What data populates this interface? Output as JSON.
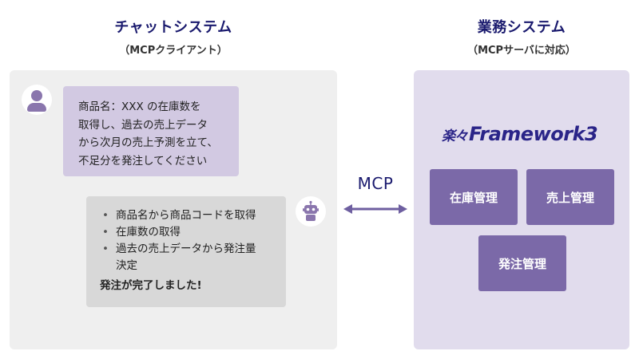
{
  "left": {
    "title": "チャットシステム",
    "subtitle": "（MCPクライアント）"
  },
  "right": {
    "title": "業務システム",
    "subtitle": "（MCPサーバに対応）"
  },
  "user_message": {
    "lines": [
      "商品名：XXX の在庫数を",
      "取得し、過去の売上データ",
      "から次月の売上予測を立て、",
      "不足分を発注してください"
    ]
  },
  "bot_message": {
    "items": [
      [
        "商品名から商品コードを取得"
      ],
      [
        "在庫数の取得"
      ],
      [
        "過去の売上データから発注量",
        "決定"
      ]
    ],
    "conclusion": "発注が完了しました!"
  },
  "connector": {
    "label": "MCP",
    "color": "#6e5fa0"
  },
  "framework": {
    "logo_mark": "楽々",
    "name": "Framework3"
  },
  "modules": {
    "inventory": "在庫管理",
    "sales": "売上管理",
    "orders": "発注管理"
  },
  "colors": {
    "title": "#1a1a6e",
    "left_panel_bg": "#efefef",
    "right_panel_bg": "#e1dced",
    "user_bubble": "#d2c9e2",
    "bot_bubble": "#d8d8d8",
    "module_box": "#7b69a8",
    "avatar_icon": "#8a76ad"
  },
  "icons": {
    "user_avatar": "person-icon",
    "bot_avatar": "robot-icon",
    "connector": "double-arrow-icon"
  }
}
